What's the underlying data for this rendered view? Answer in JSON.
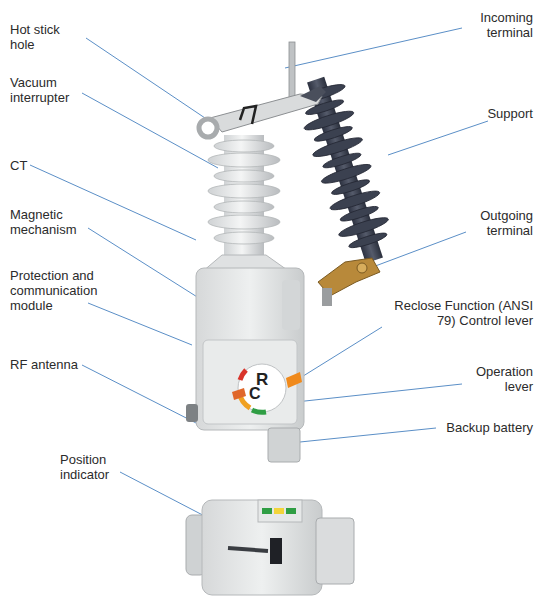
{
  "diagram": {
    "labels": [
      "Hot stick hole",
      "Vacuum interrupter",
      "CT",
      "Magnetic mechanism",
      "Protection and communication module",
      "RF antenna",
      "Position indicator",
      "Incoming terminal",
      "Support",
      "Outgoing terminal",
      "Reclose Function (ANSI 79) Control lever",
      "Operation lever",
      "Backup battery",
      "R",
      "C"
    ]
  }
}
